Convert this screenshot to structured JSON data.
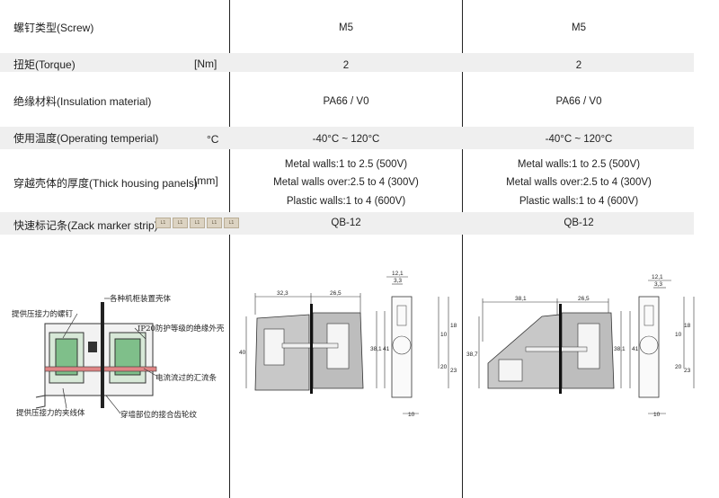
{
  "rows": {
    "screw": {
      "label": "螺钉类型(Screw)",
      "a": "M5",
      "b": "M5"
    },
    "torque": {
      "label": "扭矩(Torque)",
      "unit": "[Nm]",
      "a": "2",
      "b": "2"
    },
    "insulation": {
      "label": "绝缘材料(Insulation material)",
      "a": "PA66 / V0",
      "b": "PA66 / V0"
    },
    "temperature": {
      "label": "使用温度(Operating temperial)",
      "unit": "°C",
      "a": "-40°C ~ 120°C",
      "b": "-40°C ~ 120°C"
    },
    "housing": {
      "label": "穿越壳体的厚度(Thick housing panels)",
      "unit": "[mm]",
      "a": [
        "Metal walls:1 to 2.5 (500V)",
        "Metal walls over:2.5 to 4 (300V)",
        "Plastic walls:1 to 4    (600V)"
      ],
      "b": [
        "Metal walls:1 to 2.5 (500V)",
        "Metal walls over:2.5 to 4 (300V)",
        "Plastic walls:1 to 4    (600V)"
      ]
    },
    "marker": {
      "label": "快速标记条(Zack marker strip)",
      "strip_text": "L1",
      "a": "QB-12",
      "b": "QB-12"
    }
  },
  "diagram_labels": {
    "housing": "各种机柜装置壳体",
    "screw": "提供压接力的螺钉",
    "ip20": "IP20防护等级的绝缘外壳",
    "busbar": "电流流过的汇流条",
    "clamp": "提供压接力的夹线体",
    "gear": "穿墙部位的接合齿轮纹"
  },
  "drawing_a": {
    "w1": "32,3",
    "w2": "26,5",
    "h_total": "40",
    "h_mid": "38,1",
    "h_right": "41",
    "side_w1": "12,1",
    "side_w2": "3,3",
    "side_d1": "10",
    "side_d2": "18",
    "side_d3": "20",
    "side_d4": "23",
    "side_bottom": "10"
  },
  "drawing_b": {
    "w1": "38,1",
    "w2": "26,5",
    "h_total": "38,7",
    "h_mid": "38,1",
    "h_right": "41",
    "side_w1": "12,1",
    "side_w2": "3,3",
    "side_d1": "10",
    "side_d2": "18",
    "side_d3": "20",
    "side_d4": "23",
    "side_bottom": "10"
  }
}
